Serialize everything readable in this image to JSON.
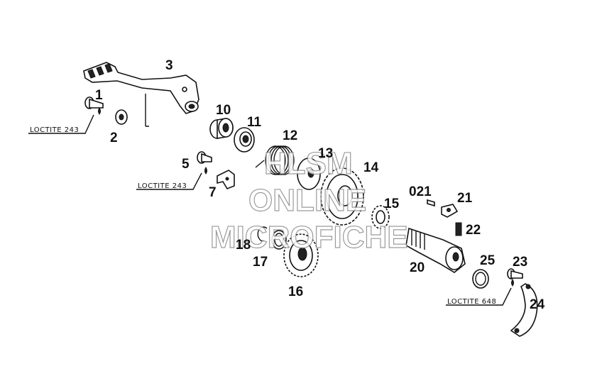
{
  "part_labels": {
    "p1": "1",
    "p2": "2",
    "p3": "3",
    "p5": "5",
    "p7": "7",
    "p10": "10",
    "p11": "11",
    "p12": "12",
    "p13": "13",
    "p14": "14",
    "p15": "15",
    "p16": "16",
    "p17": "17",
    "p18": "18",
    "p20": "20",
    "p021": "021",
    "p21": "21",
    "p22": "22",
    "p23": "23",
    "p24": "24",
    "p25": "25"
  },
  "callouts": {
    "loctite_1": "LOCTITE 243",
    "loctite_2": "LOCTITE 243",
    "loctite_3": "LOCTITE 648"
  },
  "watermark": {
    "line1": "HLSM",
    "line2": "ONLINE",
    "line3": "MICROFICHE"
  }
}
